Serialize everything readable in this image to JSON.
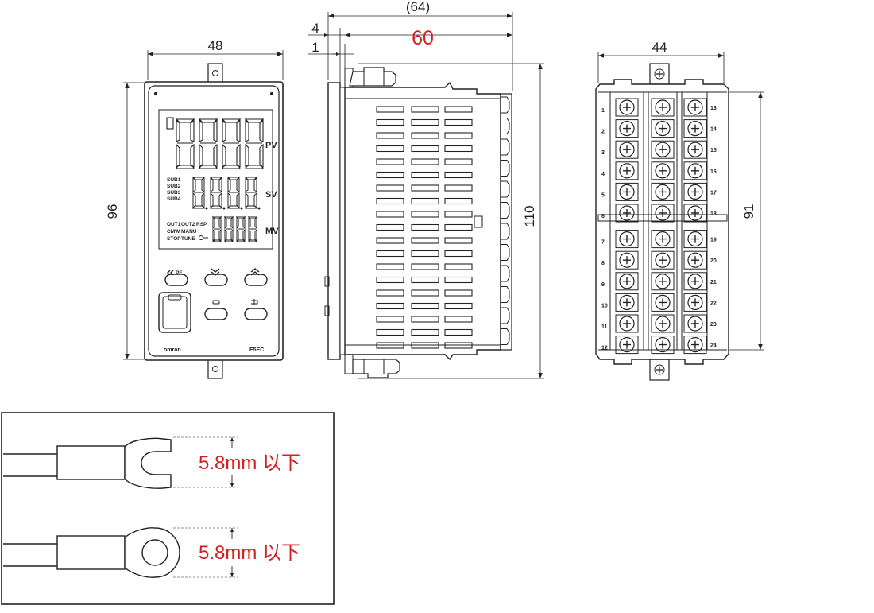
{
  "dimensions": {
    "front_width": "48",
    "front_height": "96",
    "side_total_depth": "(64)",
    "side_body_depth": "60",
    "side_bezel": "4",
    "side_gap": "1",
    "side_height": "110",
    "rear_width": "44",
    "rear_height": "91"
  },
  "display": {
    "pv": "PV",
    "sv": "SV",
    "mv": "MV",
    "sub1": "SUB1",
    "sub2": "SUB2",
    "sub3": "SUB3",
    "sub4": "SUB4",
    "out1": "OUT1",
    "out2": "OUT2",
    "rsp": "RSP",
    "cmw": "CMW",
    "manu": "MANU",
    "stop": "STOP",
    "tune": "TUNE",
    "pf": "PF",
    "brand": "omron",
    "model": "E5EC"
  },
  "terminals": {
    "left": [
      "1",
      "2",
      "3",
      "4",
      "5",
      "6",
      "7",
      "8",
      "9",
      "10",
      "11",
      "12"
    ],
    "right": [
      "13",
      "14",
      "15",
      "16",
      "17",
      "18",
      "19",
      "20",
      "21",
      "22",
      "23",
      "24"
    ]
  },
  "wire_specs": {
    "fork": "5.8mm 以下",
    "ring": "5.8mm 以下"
  },
  "colors": {
    "line": "#222222",
    "accent": "#d42020"
  }
}
